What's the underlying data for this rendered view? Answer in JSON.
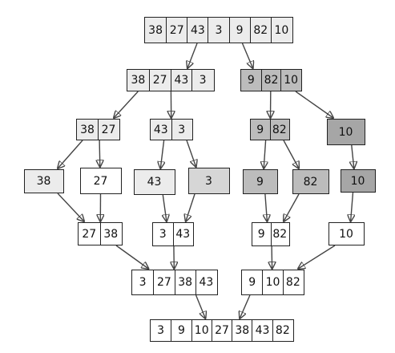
{
  "nodes": [
    {
      "id": "root",
      "values": [
        "38",
        "27",
        "43",
        "3",
        "9",
        "82",
        "10"
      ],
      "shade": "g1"
    },
    {
      "id": "split-left",
      "values": [
        "38",
        "27",
        "43",
        "3"
      ],
      "shade": "g1"
    },
    {
      "id": "split-right",
      "values": [
        "9",
        "82",
        "10"
      ],
      "shade": "g3"
    },
    {
      "id": "split-38-27",
      "values": [
        "38",
        "27"
      ],
      "shade": "g1"
    },
    {
      "id": "split-43-3",
      "values": [
        "43",
        "3"
      ],
      "shade": "g1"
    },
    {
      "id": "split-9-82",
      "values": [
        "9",
        "82"
      ],
      "shade": "g3"
    },
    {
      "id": "split-10",
      "values": [
        "10"
      ],
      "shade": "g4"
    },
    {
      "id": "leaf-38",
      "values": [
        "38"
      ],
      "shade": "g1"
    },
    {
      "id": "leaf-27",
      "values": [
        "27"
      ],
      "shade": "g0"
    },
    {
      "id": "leaf-43",
      "values": [
        "43"
      ],
      "shade": "g1"
    },
    {
      "id": "leaf-3",
      "values": [
        "3"
      ],
      "shade": "g2"
    },
    {
      "id": "leaf-9",
      "values": [
        "9"
      ],
      "shade": "g3"
    },
    {
      "id": "leaf-82",
      "values": [
        "82"
      ],
      "shade": "g3"
    },
    {
      "id": "leaf-10",
      "values": [
        "10"
      ],
      "shade": "g4"
    },
    {
      "id": "merge-27-38",
      "values": [
        "27",
        "38"
      ],
      "shade": "g0"
    },
    {
      "id": "merge-3-43",
      "values": [
        "3",
        "43"
      ],
      "shade": "g0"
    },
    {
      "id": "merge-9-82",
      "values": [
        "9",
        "82"
      ],
      "shade": "g0"
    },
    {
      "id": "merge-10",
      "values": [
        "10"
      ],
      "shade": "g0"
    },
    {
      "id": "merge-left",
      "values": [
        "3",
        "27",
        "38",
        "43"
      ],
      "shade": "g0"
    },
    {
      "id": "merge-right",
      "values": [
        "9",
        "10",
        "82"
      ],
      "shade": "g0"
    },
    {
      "id": "result",
      "values": [
        "3",
        "9",
        "10",
        "27",
        "38",
        "43",
        "82"
      ],
      "shade": "g0"
    }
  ],
  "edges": [
    [
      "root",
      "split-left"
    ],
    [
      "root",
      "split-right"
    ],
    [
      "split-left",
      "split-38-27"
    ],
    [
      "split-left",
      "split-43-3"
    ],
    [
      "split-right",
      "split-9-82"
    ],
    [
      "split-right",
      "split-10"
    ],
    [
      "split-38-27",
      "leaf-38"
    ],
    [
      "split-38-27",
      "leaf-27"
    ],
    [
      "split-43-3",
      "leaf-43"
    ],
    [
      "split-43-3",
      "leaf-3"
    ],
    [
      "split-9-82",
      "leaf-9"
    ],
    [
      "split-9-82",
      "leaf-82"
    ],
    [
      "split-10",
      "leaf-10"
    ],
    [
      "leaf-38",
      "merge-27-38"
    ],
    [
      "leaf-27",
      "merge-27-38"
    ],
    [
      "leaf-43",
      "merge-3-43"
    ],
    [
      "leaf-3",
      "merge-3-43"
    ],
    [
      "leaf-9",
      "merge-9-82"
    ],
    [
      "leaf-82",
      "merge-9-82"
    ],
    [
      "leaf-10",
      "merge-10"
    ],
    [
      "merge-27-38",
      "merge-left"
    ],
    [
      "merge-3-43",
      "merge-left"
    ],
    [
      "merge-9-82",
      "merge-right"
    ],
    [
      "merge-10",
      "merge-right"
    ],
    [
      "merge-left",
      "result"
    ],
    [
      "merge-right",
      "result"
    ]
  ]
}
